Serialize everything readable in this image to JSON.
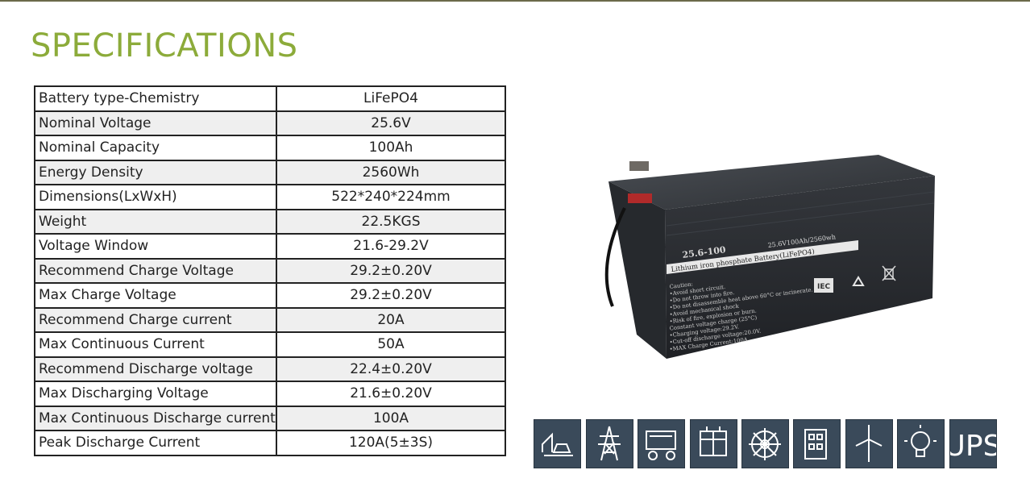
{
  "page": {
    "title": "SPECIFICATIONS"
  },
  "specs": [
    {
      "label": "Battery type-Chemistry",
      "value": "LiFePO4"
    },
    {
      "label": "Nominal Voltage",
      "value": "25.6V"
    },
    {
      "label": "Nominal Capacity",
      "value": "100Ah"
    },
    {
      "label": "Energy Density",
      "value": "2560Wh"
    },
    {
      "label": "Dimensions(LxWxH)",
      "value": "522*240*224mm"
    },
    {
      "label": "Weight",
      "value": "22.5KGS"
    },
    {
      "label": "Voltage Window",
      "value": "21.6-29.2V"
    },
    {
      "label": "Recommend Charge Voltage",
      "value": "29.2±0.20V"
    },
    {
      "label": "Max Charge Voltage",
      "value": "29.2±0.20V"
    },
    {
      "label": "Recommend Charge current",
      "value": "20A"
    },
    {
      "label": "Max Continuous Current",
      "value": "50A"
    },
    {
      "label": "Recommend Discharge voltage",
      "value": "22.4±0.20V"
    },
    {
      "label": "Max Discharging Voltage",
      "value": "21.6±0.20V"
    },
    {
      "label": "Max Continuous Discharge current",
      "value": "100A"
    },
    {
      "label": "Peak Discharge Current",
      "value": "120A(5±3S)"
    }
  ],
  "battery": {
    "model": "25.6-100",
    "rating": "25.6V100Ah/2560wh",
    "chemistry_band": "Lithium iron phosphate Battery(LiFePO4)",
    "caution_lines": [
      "Caution:",
      "•Avoid short circuit.",
      "•Do not throw into fire.",
      "•Do not disassemble heat above 60°C or incinerate.",
      "•Avoid mechanical shock",
      "•Risk of fire, explosion or burn.",
      "Constant voltage charge (25°C)",
      "•Charging voltage:29.2V.",
      "•Cut-off discharge voltage:20.0V.",
      "•MAX Charge Current:100A"
    ],
    "cert_badge": "IEC"
  },
  "applications": [
    {
      "icon": "solar-home-icon"
    },
    {
      "icon": "power-tower-icon"
    },
    {
      "icon": "golf-cart-icon"
    },
    {
      "icon": "solar-panel-icon"
    },
    {
      "icon": "ship-wheel-icon"
    },
    {
      "icon": "building-icon"
    },
    {
      "icon": "wind-turbine-icon"
    },
    {
      "icon": "light-bulb-icon"
    },
    {
      "icon": "ups-icon",
      "text": "UPS"
    }
  ],
  "colors": {
    "title": "#8cab3a",
    "icon_tile": "#3a4a5a",
    "battery_body": "#2a2d31"
  }
}
